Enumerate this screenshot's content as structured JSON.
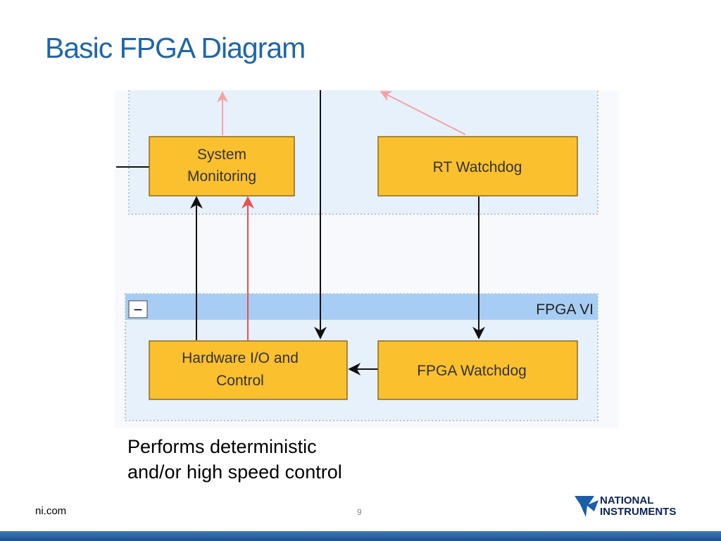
{
  "slide": {
    "title": "Basic FPGA Diagram",
    "caption_line1": "Performs deterministic",
    "caption_line2": "and/or high speed control",
    "footer_url": "ni.com",
    "page_number": "9",
    "logo_line1": "NATIONAL",
    "logo_line2": "INSTRUMENTS"
  },
  "diagram": {
    "group_label": "FPGA VI",
    "collapse_symbol": "−",
    "boxes": {
      "system_monitoring": {
        "line1": "System",
        "line2": "Monitoring"
      },
      "rt_watchdog": {
        "line1": "RT Watchdog"
      },
      "hardware_io": {
        "line1": "Hardware I/O and",
        "line2": "Control"
      },
      "fpga_watchdog": {
        "line1": "FPGA Watchdog"
      }
    }
  },
  "colors": {
    "title": "#1f66a8",
    "box_fill": "#fbc02d",
    "box_border": "#7a5c12",
    "group_header": "#a8cdf4",
    "group_fill": "#e7f1fb",
    "red_arrow": "#e9514f",
    "footer_bar": "#2b62a4"
  }
}
